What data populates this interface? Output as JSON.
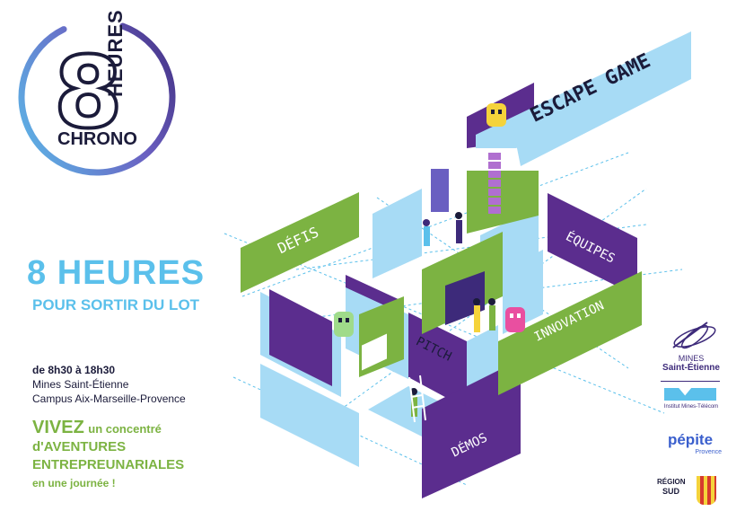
{
  "logo": {
    "number": "8",
    "heures": "HEURES",
    "chrono": "CHRONO"
  },
  "headline": {
    "title": "8 HEURES",
    "subtitle": "POUR SORTIR DU LOT"
  },
  "info": {
    "time": "de 8h30 à 18h30",
    "school": "Mines Saint-Étienne",
    "campus": "Campus Aix-Marseille-Provence"
  },
  "tagline": {
    "vivez": "VIVEZ",
    "line1_rest": "un concentré",
    "line2": "d'AVENTURES",
    "line3": "ENTREPREUNARIALES",
    "line4": "en une journée !"
  },
  "maze_labels": {
    "escape": "ESCAPE GAME",
    "defis": "DÉFIS",
    "equipes": "ÉQUIPES",
    "innovation": "INNOVATION",
    "pitch": "PITCH",
    "demos": "DÉMOS"
  },
  "partners": {
    "mines_line1": "MINES",
    "mines_line2": "Saint-Étienne",
    "imt_label": "Institut Mines-Télécom",
    "pepite_name": "pépite",
    "pepite_region": "Provence",
    "region_line1": "RÉGION",
    "region_line2": "SUD"
  },
  "colors": {
    "green": "#7cb342",
    "purple": "#5b2d8e",
    "lightblue": "#a7dbf5",
    "blue": "#5bc0eb",
    "dark": "#1b1b3a"
  }
}
